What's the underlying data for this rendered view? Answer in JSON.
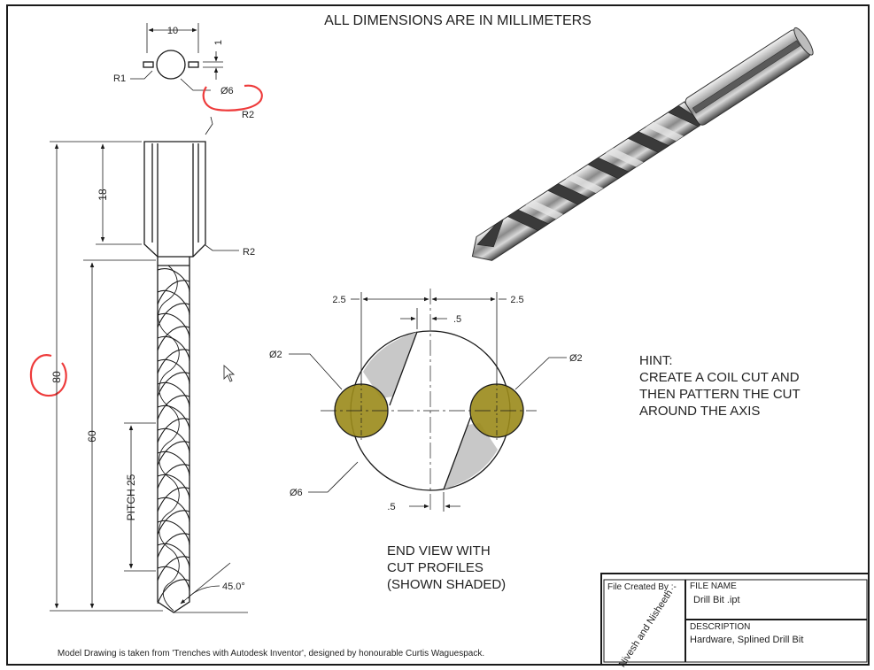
{
  "sheet": {
    "title": "ALL DIMENSIONS ARE IN MILLIMETERS",
    "footer": "Model Drawing is taken from 'Trenches with Autodesk Inventor', designed by honourable Curtis Waguespack."
  },
  "top_view": {
    "dim_width": "10",
    "dim_key": "1",
    "radius_key": "R1",
    "diameter": "Ø6",
    "radius_top": "R2"
  },
  "side_view": {
    "overall_length": "80",
    "shank_length": "18",
    "flute_length": "60",
    "pitch": "PITCH 25",
    "fillet_radius": "R2",
    "tip_angle": "45.0°"
  },
  "end_view": {
    "offset_left": "2.5",
    "offset_right": "2.5",
    "gap_top": ".5",
    "gap_bottom": ".5",
    "circle_left": "Ø2",
    "circle_right": "Ø2",
    "outer_diameter": "Ø6",
    "caption": "END VIEW WITH\nCUT PROFILES\n(SHOWN SHADED)"
  },
  "hint": {
    "text": "HINT:\nCREATE A COIL CUT AND\nTHEN PATTERN THE CUT\nAROUND THE AXIS"
  },
  "title_block": {
    "created_by_label": "File Created By :-",
    "created_by": "Nivesh and Nisheeth",
    "file_name_label": "FILE NAME",
    "file_name": "Drill Bit .ipt",
    "description_label": "DESCRIPTION",
    "description": "Hardware, Splined Drill Bit"
  },
  "colors": {
    "line": "#1a1a1a",
    "annotation": "#ee3b3b",
    "cut_fill": "#9a8a1a",
    "shade": "#c8c8c8"
  }
}
